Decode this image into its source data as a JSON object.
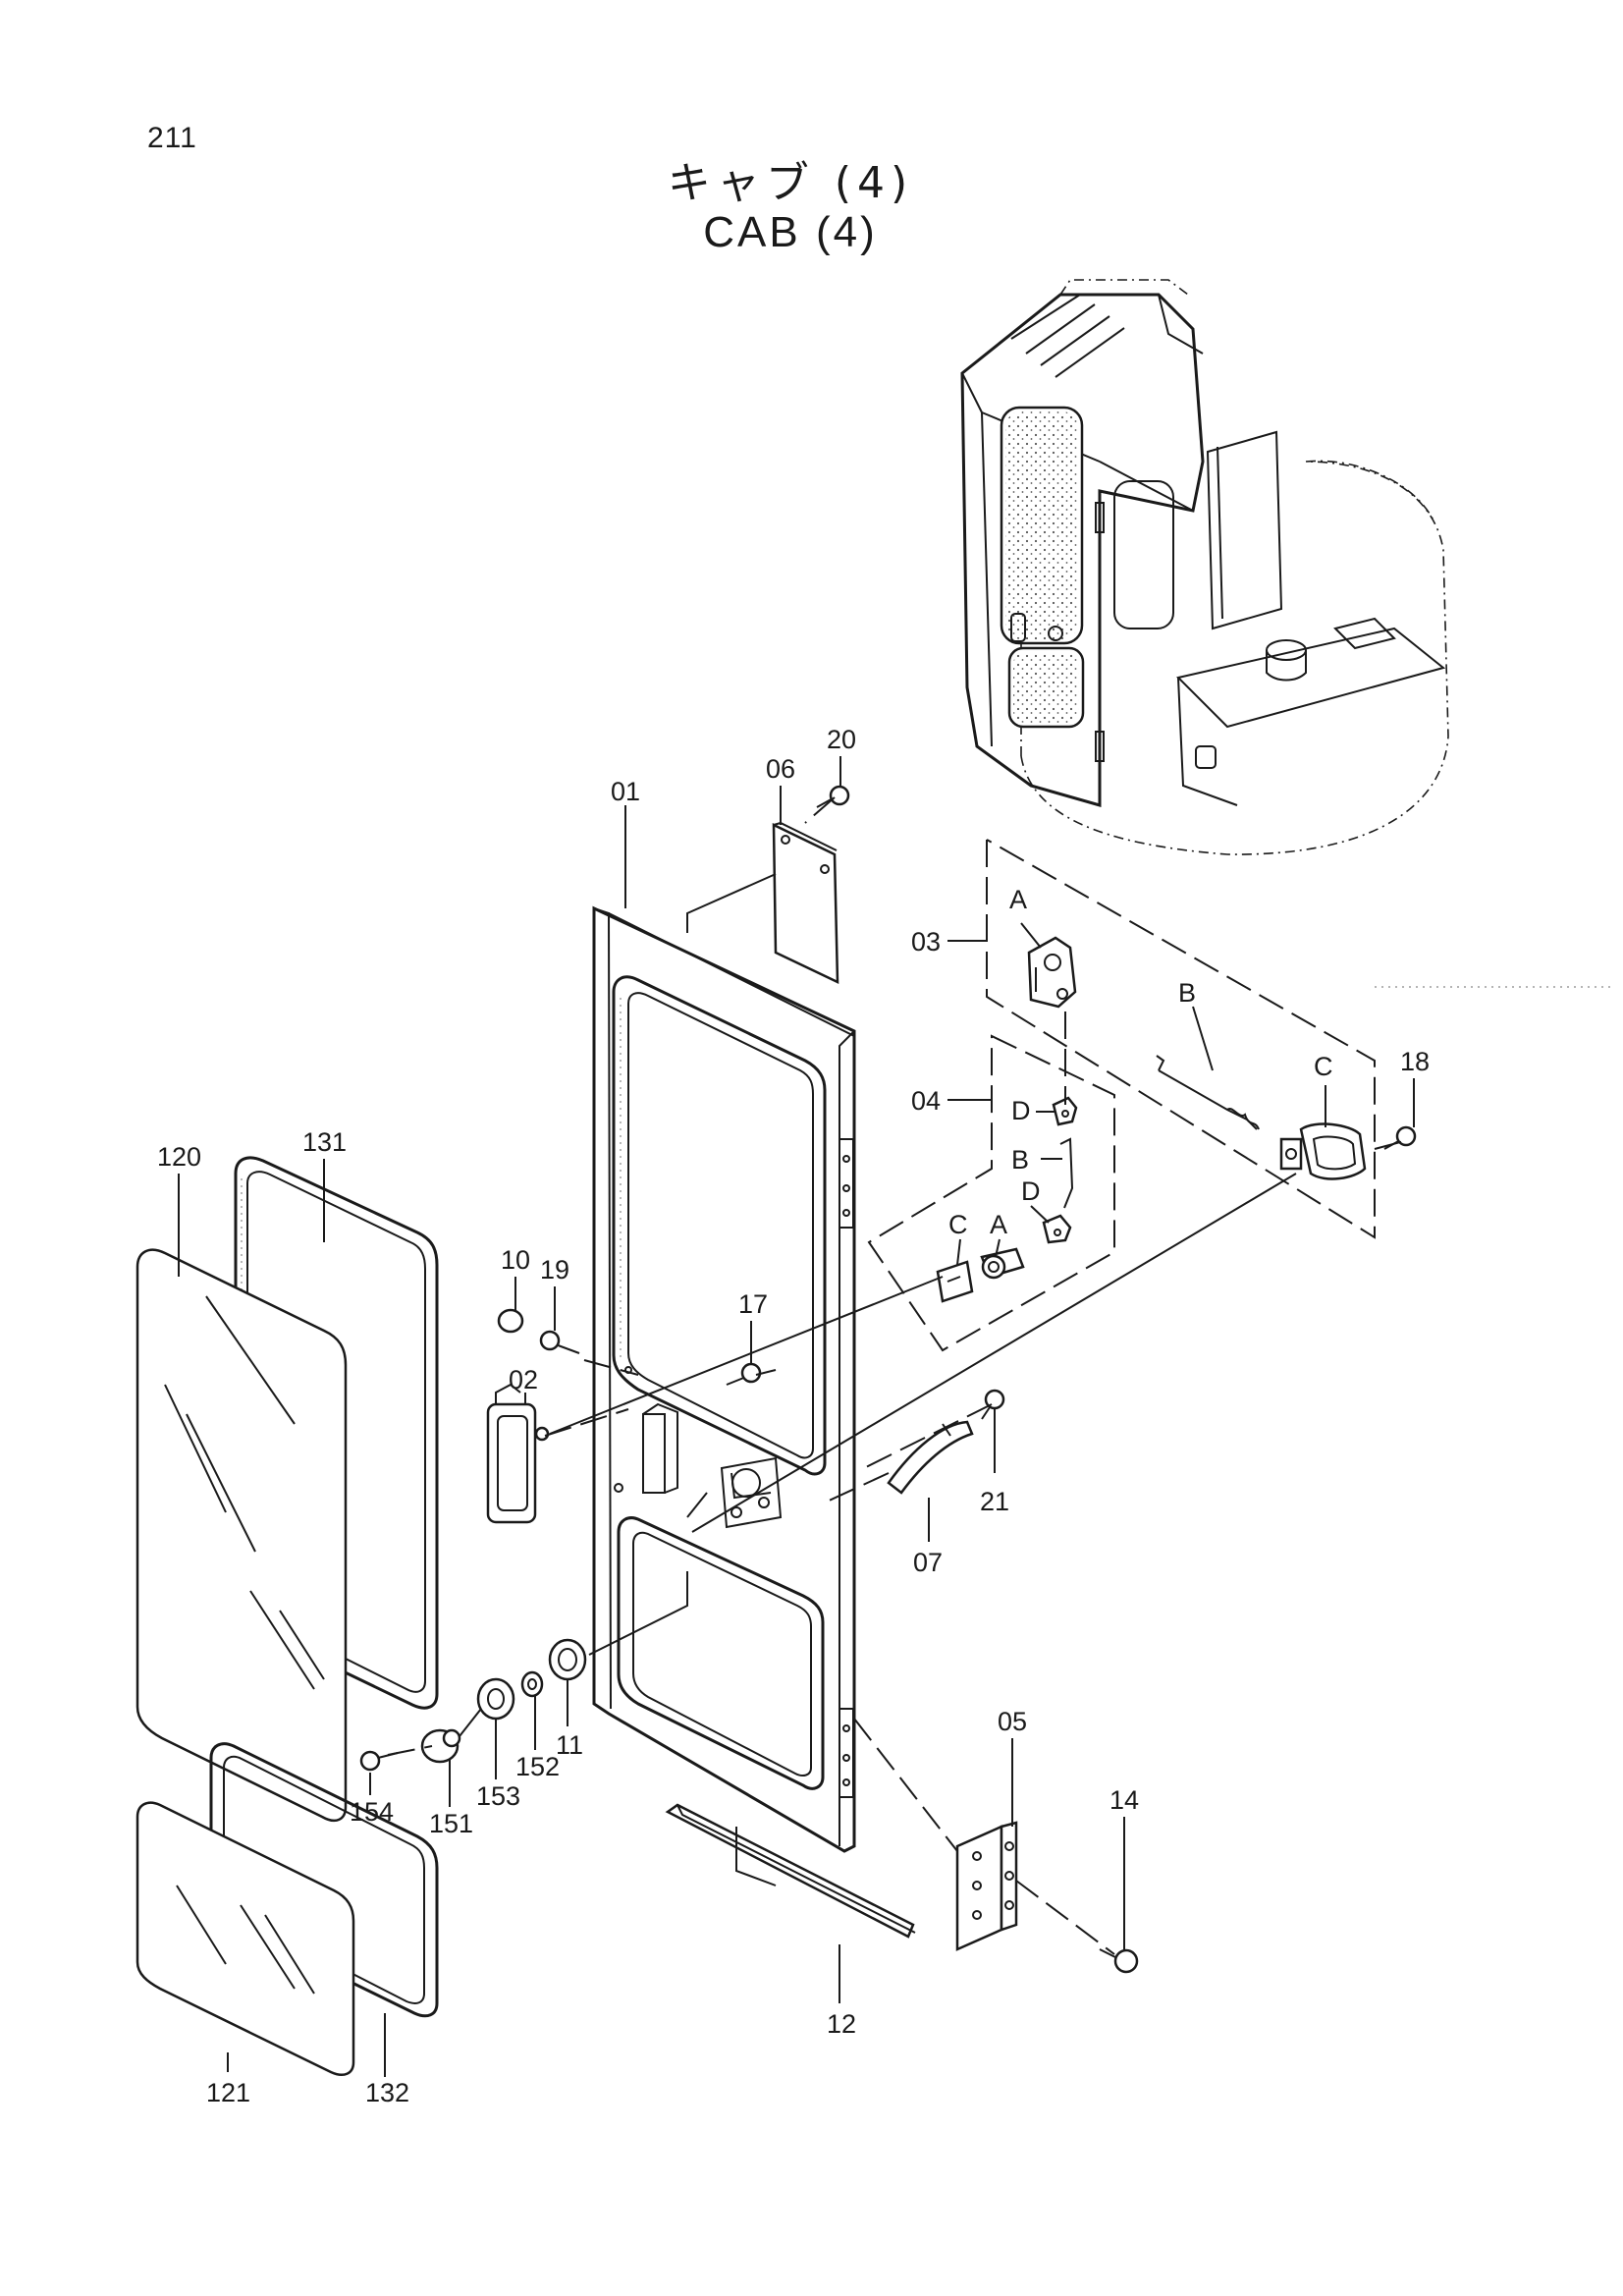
{
  "page": {
    "number": "211"
  },
  "title": {
    "japanese": "キャブ (4)",
    "english": "CAB (4)"
  },
  "callouts": [
    {
      "id": "01",
      "part": "door-frame"
    },
    {
      "id": "02",
      "part": "inner-handle"
    },
    {
      "id": "03",
      "part": "lock-assembly"
    },
    {
      "id": "04",
      "part": "lock-sub-assembly"
    },
    {
      "id": "05",
      "part": "hinge"
    },
    {
      "id": "06",
      "part": "plate"
    },
    {
      "id": "07",
      "part": "grip-handle"
    },
    {
      "id": "10",
      "part": "cap"
    },
    {
      "id": "11",
      "part": "grommet"
    },
    {
      "id": "12",
      "part": "seal-strip"
    },
    {
      "id": "14",
      "part": "hinge-bolt"
    },
    {
      "id": "17",
      "part": "bolt"
    },
    {
      "id": "18",
      "part": "bolt"
    },
    {
      "id": "19",
      "part": "bolt"
    },
    {
      "id": "20",
      "part": "bolt"
    },
    {
      "id": "21",
      "part": "bolt"
    },
    {
      "id": "120",
      "part": "upper-glass"
    },
    {
      "id": "121",
      "part": "lower-glass"
    },
    {
      "id": "131",
      "part": "upper-glass-seal"
    },
    {
      "id": "132",
      "part": "lower-glass-seal"
    },
    {
      "id": "151",
      "part": "knob"
    },
    {
      "id": "152",
      "part": "washer"
    },
    {
      "id": "153",
      "part": "bushing"
    },
    {
      "id": "154",
      "part": "screw"
    }
  ],
  "detail_letters": {
    "a": "A",
    "b": "B",
    "c": "C",
    "d": "D"
  }
}
